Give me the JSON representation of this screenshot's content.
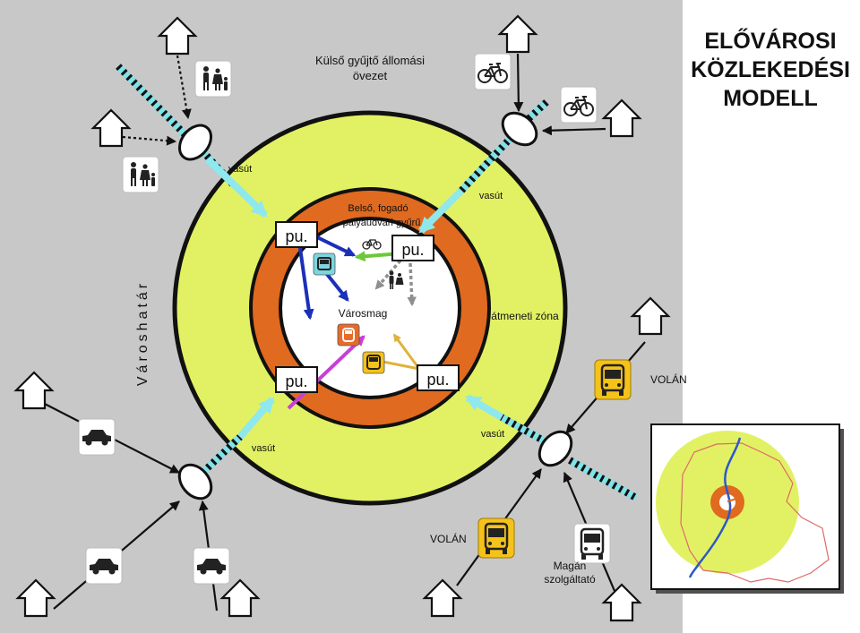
{
  "title": {
    "line1": "ELŐVÁROSI",
    "line2": "KÖZLEKEDÉSI",
    "line3": "MODELL"
  },
  "labels": {
    "outer_zone_line1": "Külső gyűjtő állomási",
    "outer_zone_line2": "övezet",
    "inner_ring_line1": "Belső, fogadó",
    "inner_ring_line2": "pályaudvari gyűrű",
    "transition_zone": "átmeneti zóna",
    "city_core": "Városmag",
    "city_boundary": "Városhatár",
    "rail": "vasút",
    "station": "pu.",
    "volan": "VOLÁN",
    "private_line1": "Magán",
    "private_line2": "szolgáltató"
  },
  "colors": {
    "background": "#c8c8c8",
    "outer_zone": "#e2f163",
    "inner_ring": "#e06a1f",
    "core": "#ffffff",
    "rail": "#7fe3ea",
    "bus_badge": "#f5c21a",
    "tram_badge": "#e86a2a",
    "metro_badge": "#7ad6e0",
    "arrow_blue": "#1c2fb8",
    "arrow_green": "#6cc83a",
    "arrow_gray": "#8f8f8f",
    "arrow_purple": "#c73fd6",
    "arrow_gold": "#e0b23c"
  },
  "icons": [
    "house-icon",
    "pedestrians-icon",
    "bicycle-icon",
    "car-icon",
    "bus-icon",
    "tram-icon",
    "metro-icon",
    "station-node"
  ]
}
